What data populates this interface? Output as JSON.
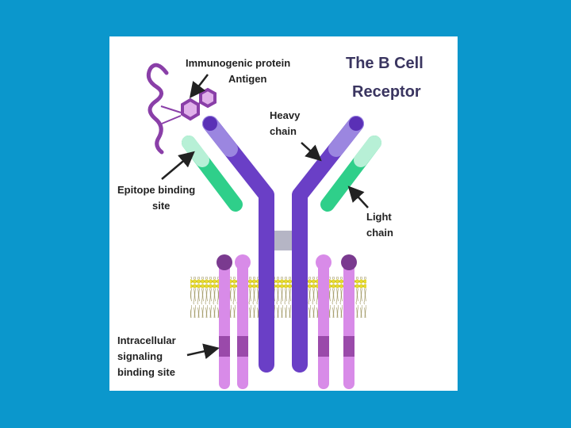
{
  "slide": {
    "background_color": "#0b97cc",
    "figure": {
      "title_line1": "The B Cell",
      "title_line2": "Receptor",
      "labels": {
        "antigen_line1": "Immunogenic protein",
        "antigen_line2": "Antigen",
        "heavy_line1": "Heavy",
        "heavy_line2": "chain",
        "epitope_line1": "Epitope binding",
        "epitope_line2": "site",
        "light_line1": "Light",
        "light_line2": "chain",
        "intracellular_line1": "Intracellular",
        "intracellular_line2": "signaling",
        "intracellular_line3": "binding site"
      },
      "colors": {
        "heavy_chain": "#6a3fc6",
        "heavy_chain_light": "#9b86e0",
        "light_chain": "#2fcf8a",
        "light_chain_tip": "#b7f0d6",
        "signaling_dark": "#7a3a8f",
        "signaling_light": "#d88be8",
        "antigen": "#8a3fa8",
        "membrane": "#e6d830",
        "arrow": "#222222"
      }
    }
  }
}
